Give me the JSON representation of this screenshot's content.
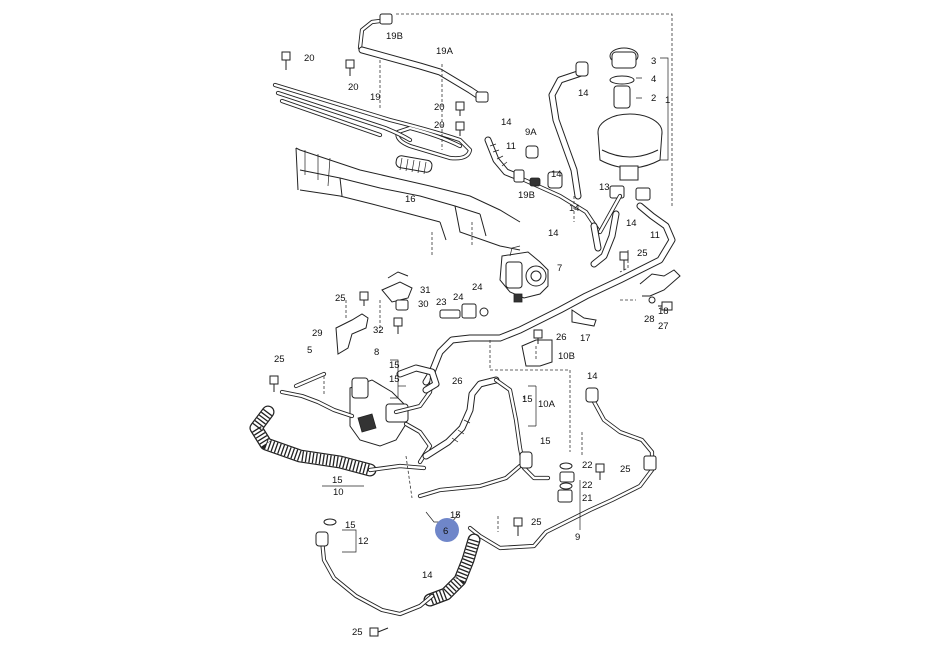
{
  "callouts": {
    "c1": "1",
    "c2": "2",
    "c3": "3",
    "c4": "4",
    "c5": "5",
    "c6": "6",
    "c7": "7",
    "c8": "8",
    "c9": "9",
    "c9A": "9A",
    "c10": "10",
    "c10A": "10A",
    "c10B": "10B",
    "c11": "11",
    "c11b": "11",
    "c12": "12",
    "c13": "13",
    "c14a": "14",
    "c14b": "14",
    "c14c": "14",
    "c14d": "14",
    "c14e": "14",
    "c14f": "14",
    "c14g": "14",
    "c15a": "15",
    "c15b": "15",
    "c15c": "15",
    "c15d": "15",
    "c15e": "15",
    "c15f": "15",
    "c15g": "15",
    "c15h": "15",
    "c16": "16",
    "c17": "17",
    "c18": "18",
    "c19": "19",
    "c19A": "19A",
    "c19B": "19B",
    "c19Bb": "19B",
    "c20a": "20",
    "c20b": "20",
    "c20c": "20",
    "c20d": "20",
    "c21": "21",
    "c22a": "22",
    "c22b": "22",
    "c23": "23",
    "c24a": "24",
    "c24b": "24",
    "c25a": "25",
    "c25b": "25",
    "c25c": "25",
    "c25d": "25",
    "c25e": "25",
    "c25f": "25",
    "c26a": "26",
    "c26b": "26",
    "c27": "27",
    "c28": "28",
    "c29": "29",
    "c30": "30",
    "c31": "31",
    "c32": "32"
  },
  "selected_callout": "6",
  "highlight_color": "#6f86c9"
}
